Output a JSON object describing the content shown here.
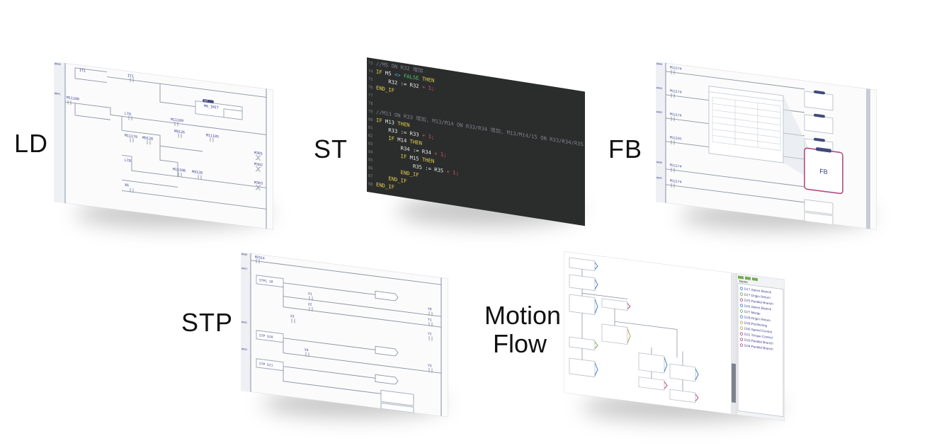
{
  "labels": {
    "ld": "LD",
    "st": "ST",
    "fb": "FB",
    "stp": "STP",
    "motion_line1": "Motion",
    "motion_line2": "Flow"
  },
  "ld": {
    "rungs": [
      "W000",
      "W001"
    ],
    "contacts": [
      "IT1",
      "M11106",
      "LT0",
      "M11109",
      "M9126",
      "M11105",
      "M11170",
      "M9128",
      "LT8",
      "M11108",
      "M9128",
      "X6"
    ],
    "coils": [
      "M0_INIT",
      "M301",
      "M302",
      "M303"
    ],
    "block_labels": [
      "SET",
      "RST"
    ]
  },
  "st": {
    "lines": [
      {
        "num": "73",
        "code": "//M5 ON R32 增加",
        "kind": "comment"
      },
      {
        "num": "74",
        "code": "IF M5 <> FALSE THEN",
        "kind": "code"
      },
      {
        "num": "75",
        "code": "    R32 := R32 + 1;",
        "kind": "code"
      },
      {
        "num": "76",
        "code": "END_IF",
        "kind": "code"
      },
      {
        "num": "77",
        "code": "",
        "kind": "code"
      },
      {
        "num": "78",
        "code": "",
        "kind": "code"
      },
      {
        "num": "79",
        "code": "//M13 ON R33 增加, M13/M14 ON R33/R34 增加, M13/M14/15 ON R33/R34/R35 增加",
        "kind": "comment"
      },
      {
        "num": "80",
        "code": "IF M13 THEN",
        "kind": "code"
      },
      {
        "num": "81",
        "code": "    R33 := R33 + 1;",
        "kind": "code"
      },
      {
        "num": "82",
        "code": "    IF M14 THEN",
        "kind": "code"
      },
      {
        "num": "83",
        "code": "        R34 := R34 + 1;",
        "kind": "code"
      },
      {
        "num": "84",
        "code": "        IF M15 THEN",
        "kind": "code"
      },
      {
        "num": "85",
        "code": "            R35 := R35 + 1;",
        "kind": "code"
      },
      {
        "num": "86",
        "code": "        END_IF",
        "kind": "code"
      },
      {
        "num": "87",
        "code": "    END_IF",
        "kind": "code"
      },
      {
        "num": "88",
        "code": "END_IF",
        "kind": "code"
      }
    ]
  },
  "fb": {
    "block_label": "FB",
    "rungs": [
      "W000",
      "W004",
      "W005",
      "W006",
      "W007"
    ],
    "contacts": [
      "M11174",
      "M11174",
      "M11174",
      "M11192",
      "M11174",
      "M11174"
    ]
  },
  "stp": {
    "rungs": [
      "W000",
      "W001",
      "W002",
      "W003"
    ],
    "steps": [
      "STP1  10",
      "STP  S20",
      "STP  S21"
    ],
    "contacts": [
      "M2S14",
      "X1",
      "X2",
      "X3",
      "X4"
    ],
    "outputs": [
      "Y0",
      "Y1",
      "Y2",
      "Y3"
    ]
  },
  "motion": {
    "items_title": "Items",
    "items": [
      "D17.Select Branch",
      "D17.Origin Return",
      "D25.Parallel Branch",
      "D26.Select Branch",
      "D27.Merge",
      "D28.Origin Return",
      "D29.Positioning",
      "D30.Speed Control",
      "D31.Torque Control",
      "D33.Parallel Branch",
      "D34.Parallel Branch"
    ]
  }
}
